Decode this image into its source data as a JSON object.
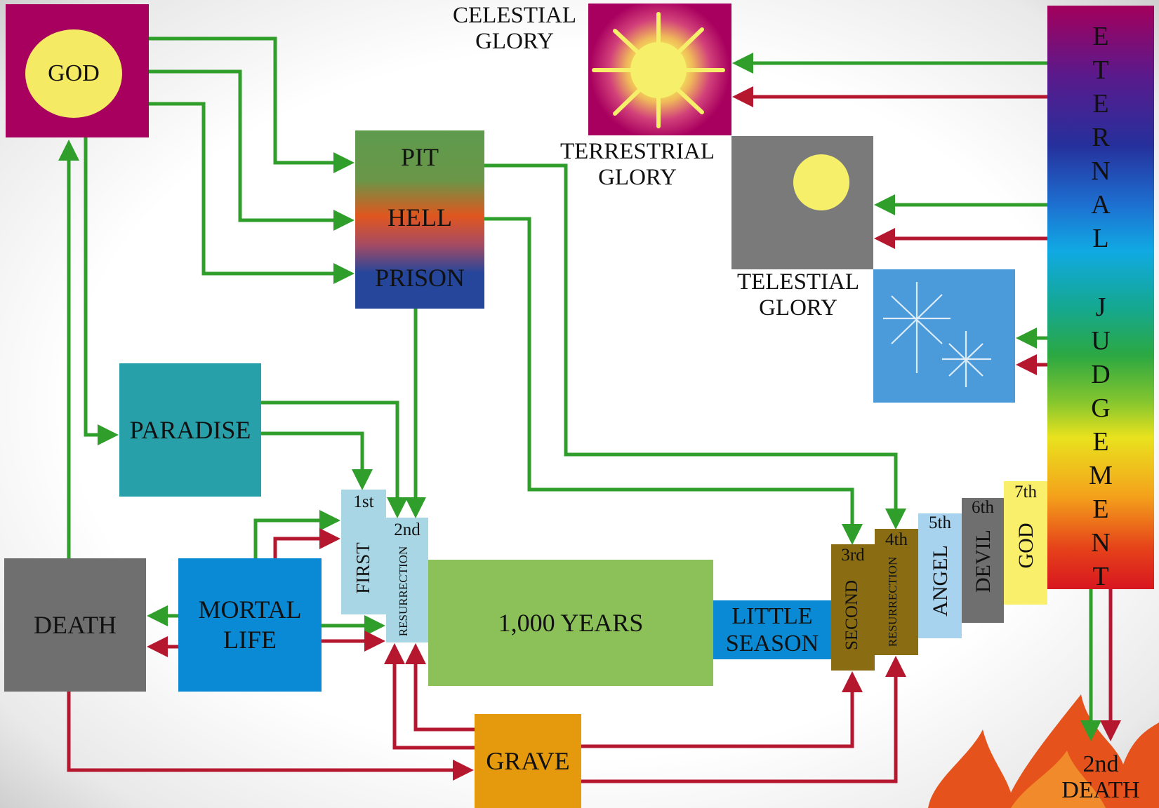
{
  "colors": {
    "green_arrow": "#2f9e2a",
    "red_arrow": "#b5172f",
    "god_box": "#a8005f",
    "god_circle": "#f5ea63",
    "pit_top": "#5e9b4d",
    "hell_mid": "#e0561f",
    "prison_bottom": "#25469b",
    "paradise": "#27a0aa",
    "death": "#6f6f70",
    "mortal_life": "#0a8ad4",
    "first_res": "#a9d6e4",
    "thousand_years": "#8cc15a",
    "little_season": "#0a8ad4",
    "second_res": "#8a6c12",
    "angel": "#a8d3ef",
    "devil": "#6f6f70",
    "god7": "#f9ef6a",
    "grave": "#e49a0c",
    "telestial": "#4b9ad9",
    "terrestrial": "#7a7a7a"
  },
  "nodes": {
    "god": "GOD",
    "celestial": [
      "CELESTIAL",
      "GLORY"
    ],
    "terrestrial": [
      "TERRESTRIAL",
      "GLORY"
    ],
    "telestial": [
      "TELESTIAL",
      "GLORY"
    ],
    "pit": "PIT",
    "hell": "HELL",
    "prison": "PRISON",
    "paradise": "PARADISE",
    "death": "DEATH",
    "mortal_life": [
      "MORTAL",
      "LIFE"
    ],
    "first_res": {
      "ordinal": "1st",
      "label": "FIRST"
    },
    "second_res_first": {
      "ordinal": "2nd",
      "label": "RESURRECTION"
    },
    "thousand_years": "1,000 YEARS",
    "little_season": [
      "LITTLE",
      "SEASON"
    ],
    "third": {
      "ordinal": "3rd",
      "label": "SECOND"
    },
    "fourth": {
      "ordinal": "4th",
      "label": "RESURRECTION"
    },
    "fifth": {
      "ordinal": "5th",
      "label": "ANGEL"
    },
    "sixth": {
      "ordinal": "6th",
      "label": "DEVIL"
    },
    "seventh": {
      "ordinal": "7th",
      "label": "GOD"
    },
    "grave": "GRAVE",
    "eternal_judgement": [
      "E",
      "T",
      "E",
      "R",
      "N",
      "A",
      "L",
      "J",
      "U",
      "D",
      "G",
      "E",
      "M",
      "E",
      "N",
      "T"
    ],
    "second_death": [
      "2nd",
      "DEATH"
    ]
  },
  "icons": {
    "sun": "sun-icon",
    "moon": "moon-icon",
    "stars": "star-icon",
    "fire": "fire-icon"
  }
}
